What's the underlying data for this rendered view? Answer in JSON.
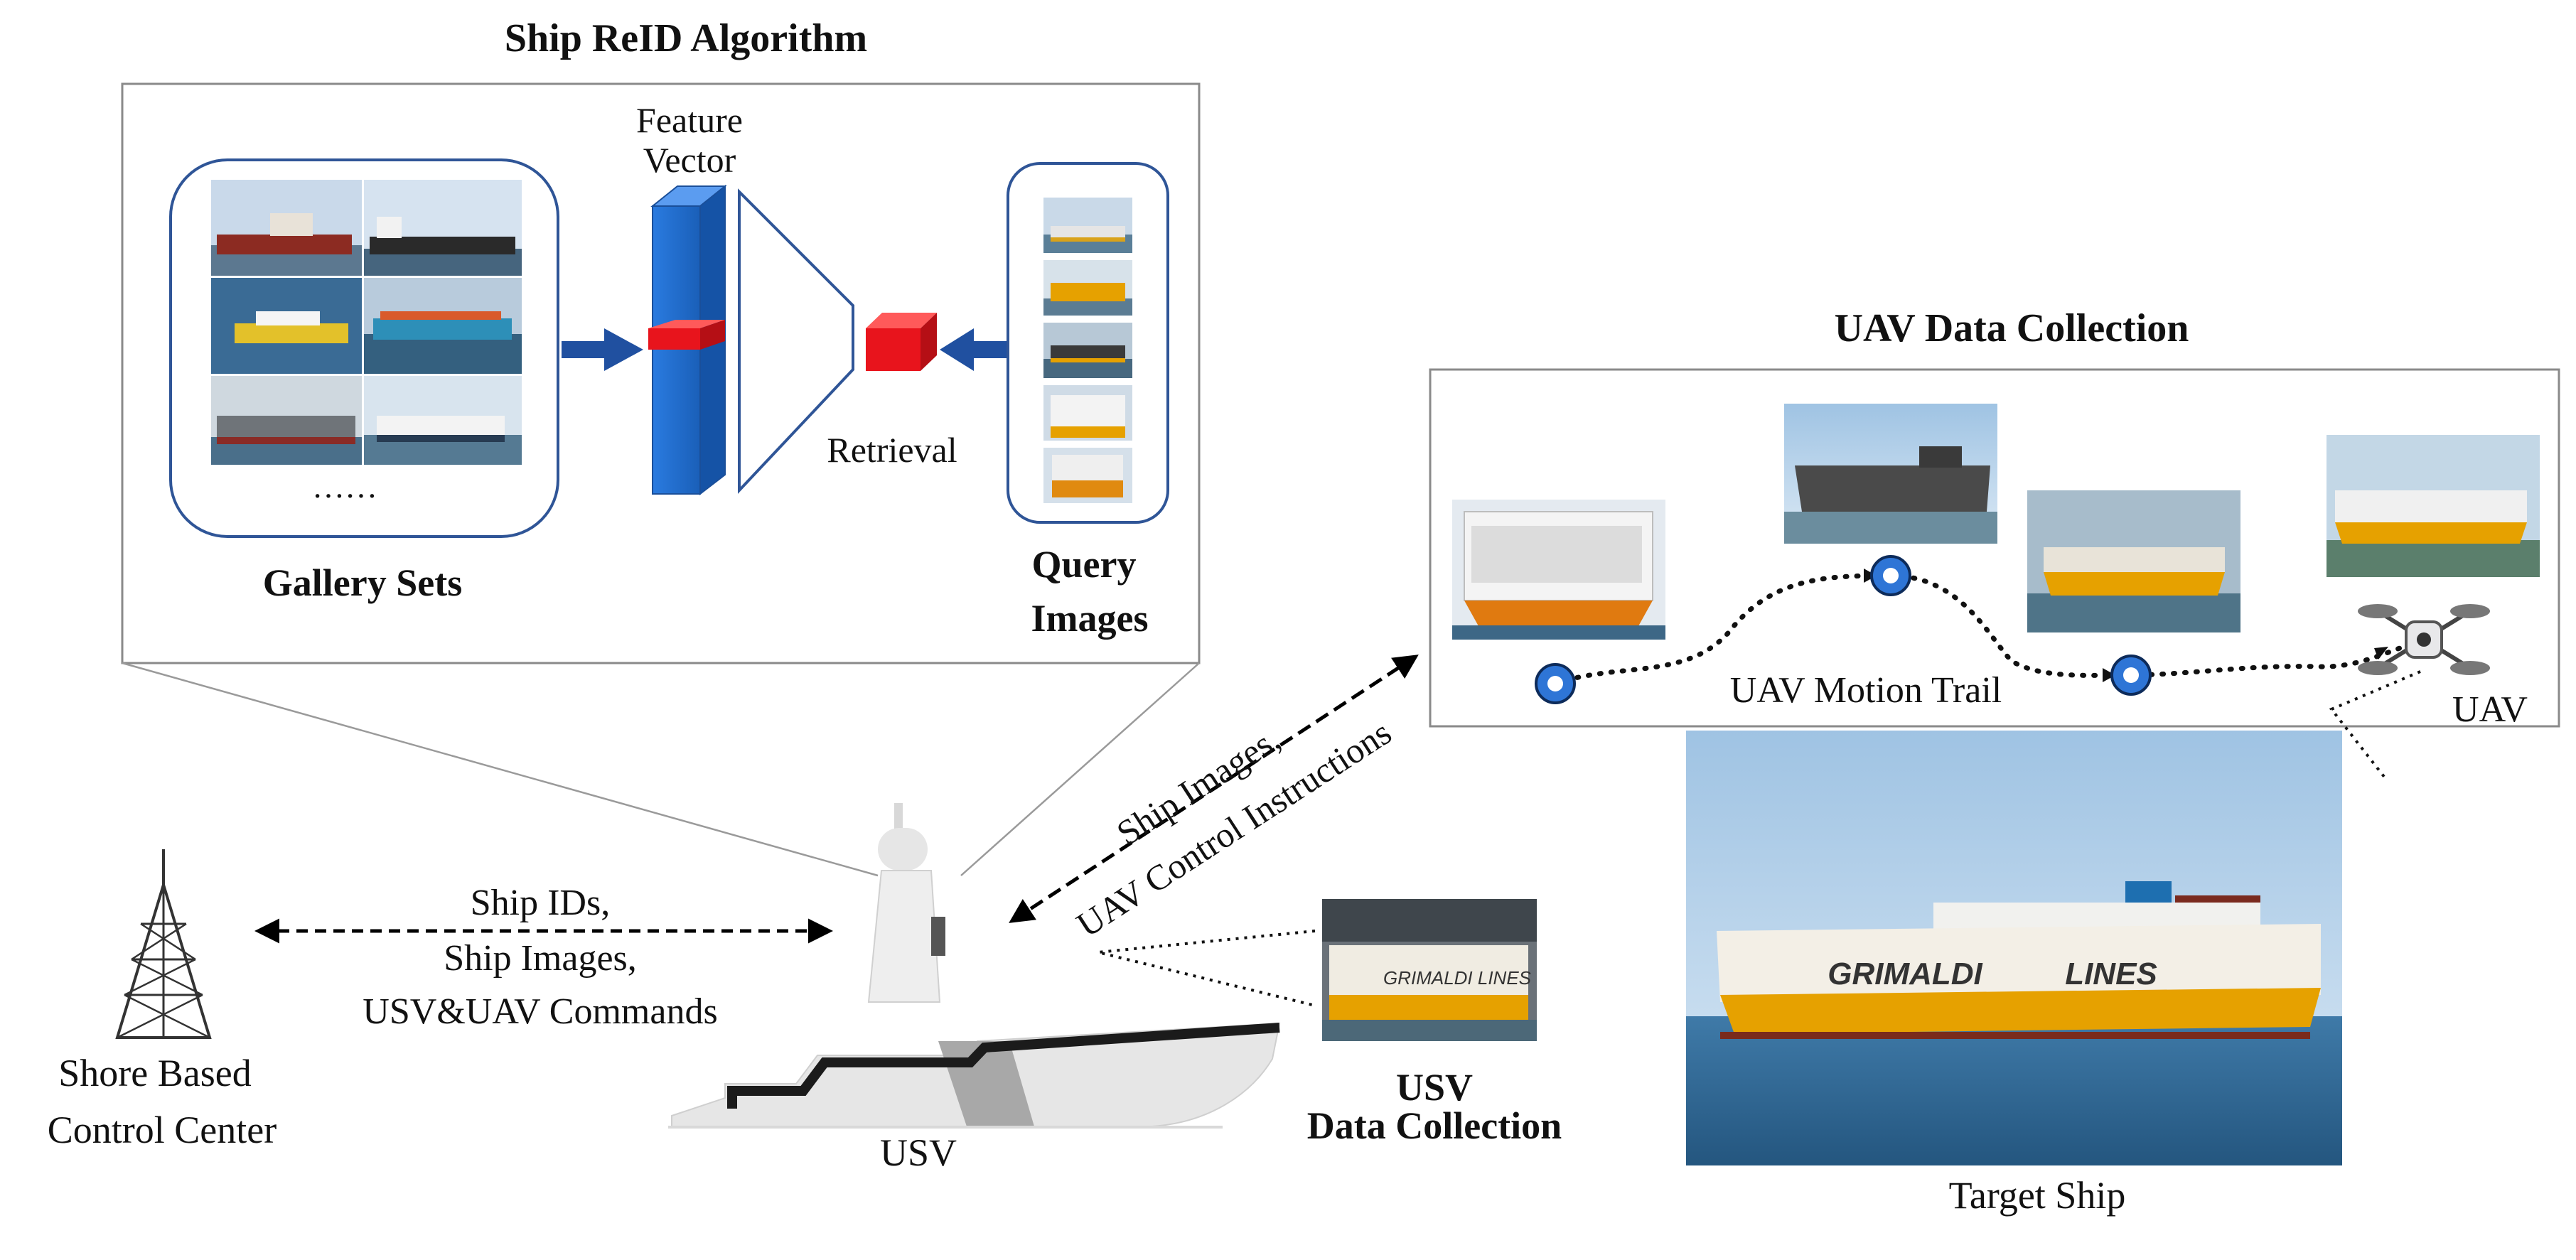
{
  "reid": {
    "title": "Ship ReID Algorithm",
    "feature_vector": [
      "Feature",
      "Vector"
    ],
    "retrieval": "Retrieval",
    "gallery_caption": "Gallery Sets",
    "gallery_more": "……",
    "query_caption": [
      "Query",
      "Images"
    ]
  },
  "uav_panel": {
    "title": "UAV Data Collection",
    "motion_trail": "UAV Motion Trail",
    "uav_label": "UAV"
  },
  "links": {
    "usv_uav": [
      "Ship Images,",
      "UAV Control Instructions"
    ],
    "shore_usv": [
      "Ship IDs,",
      "Ship Images,",
      "USV&UAV Commands"
    ]
  },
  "shore": {
    "label": [
      "Shore Based",
      "Control Center"
    ]
  },
  "usv": {
    "label": "USV",
    "data_collection": [
      "USV",
      "Data Collection"
    ],
    "hull_text": "GRIMALDI LINES"
  },
  "target": {
    "label": "Target Ship",
    "hull_text": [
      "GRIMALDI",
      "LINES"
    ]
  },
  "colors": {
    "box_stroke": "#2f5597",
    "feature_blue": "#1f6fd0",
    "query_red": "#e8141c",
    "node_blue": "#2e75d6",
    "hull_orange": "#e6a100",
    "sea_blue": "#2c5f8c"
  }
}
